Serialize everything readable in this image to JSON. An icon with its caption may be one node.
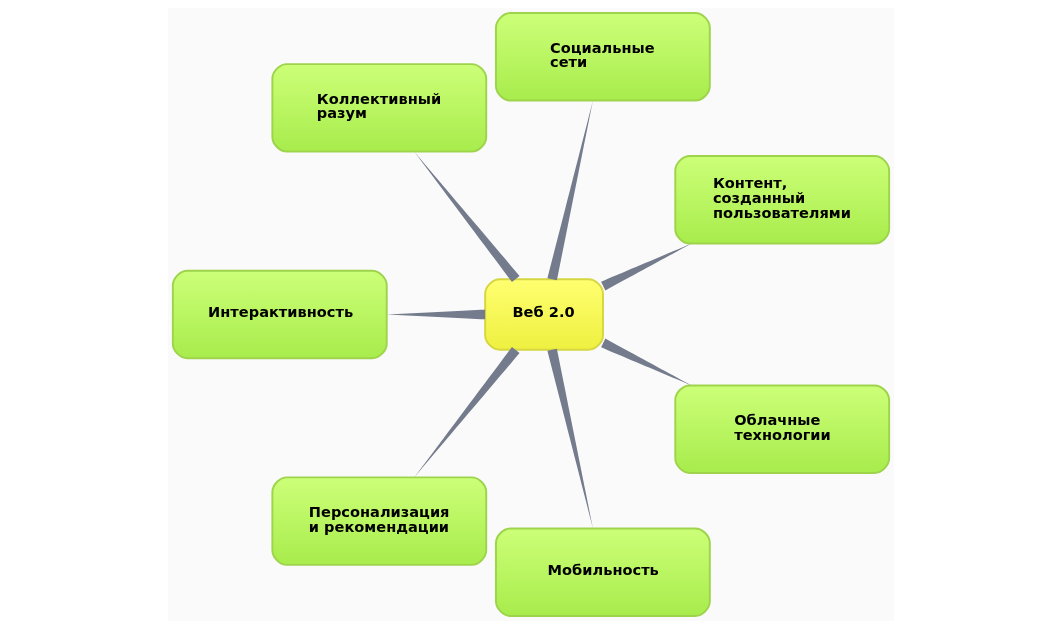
{
  "diagram": {
    "nodes": [
      {
        "text": [
          "Веб 2.0"
        ]
      },
      {
        "text": [
          "Коллективный разум"
        ]
      },
      {
        "text": [
          "Социальные сети"
        ]
      },
      {
        "text": [
          "Контент, созданный пользователями"
        ]
      },
      {
        "text": [
          "Облачные технологии"
        ]
      },
      {
        "text": [
          "Мобильность"
        ]
      },
      {
        "text": [
          "Персонализация и рекомендации"
        ]
      },
      {
        "text": [
          "Интерактивность"
        ]
      }
    ],
    "edges": [
      {
        "from": 0,
        "to": 1,
        "arrow": "none"
      },
      {
        "from": 0,
        "to": 2,
        "arrow": "none"
      },
      {
        "from": 0,
        "to": 3,
        "arrow": "none"
      },
      {
        "from": 0,
        "to": 4,
        "arrow": "none"
      },
      {
        "from": 0,
        "to": 5,
        "arrow": "none"
      },
      {
        "from": 0,
        "to": 6,
        "arrow": "none"
      },
      {
        "from": 0,
        "to": 7,
        "arrow": "none"
      }
    ]
  }
}
